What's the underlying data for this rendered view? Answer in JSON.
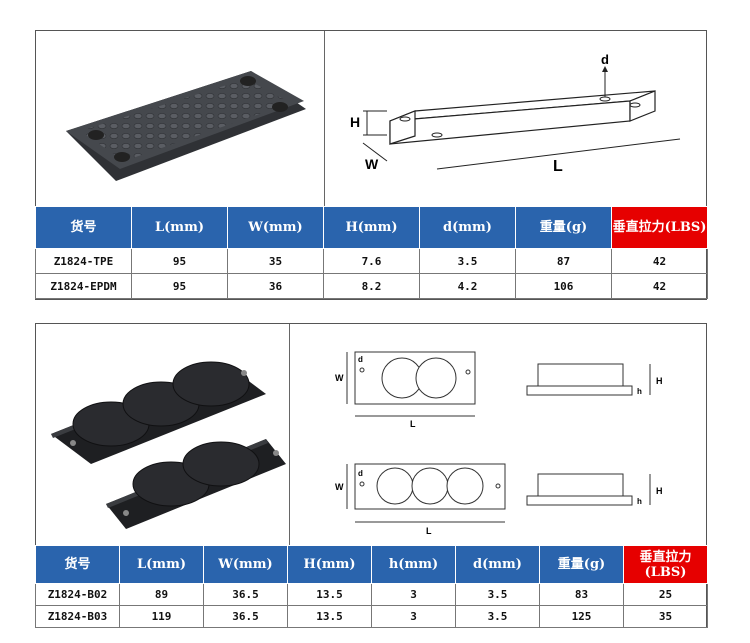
{
  "section1": {
    "headers": [
      "货号",
      "L(mm)",
      "W(mm)",
      "H(mm)",
      "d(mm)",
      "重量(g)",
      "垂直拉力(LBS)"
    ],
    "rows": [
      [
        "Z1824-TPE",
        "95",
        "35",
        "7.6",
        "3.5",
        "87",
        "42"
      ],
      [
        "Z1824-EPDM",
        "95",
        "36",
        "8.2",
        "4.2",
        "106",
        "42"
      ]
    ],
    "diagram_labels": {
      "d": "d",
      "h": "H",
      "w": "W",
      "l": "L"
    }
  },
  "section2": {
    "headers": [
      "货号",
      "L(mm)",
      "W(mm)",
      "H(mm)",
      "h(mm)",
      "d(mm)",
      "重量(g)",
      "垂直拉力(LBS)"
    ],
    "rows": [
      [
        "Z1824-B02",
        "89",
        "36.5",
        "13.5",
        "3",
        "3.5",
        "83",
        "25"
      ],
      [
        "Z1824-B03",
        "119",
        "36.5",
        "13.5",
        "3",
        "3.5",
        "125",
        "35"
      ]
    ],
    "diagram_labels": {
      "w": "W",
      "d": "d",
      "l": "L",
      "H": "H",
      "h": "h"
    }
  },
  "colors": {
    "header_blue": "#2a64ad",
    "header_red": "#e60000"
  }
}
